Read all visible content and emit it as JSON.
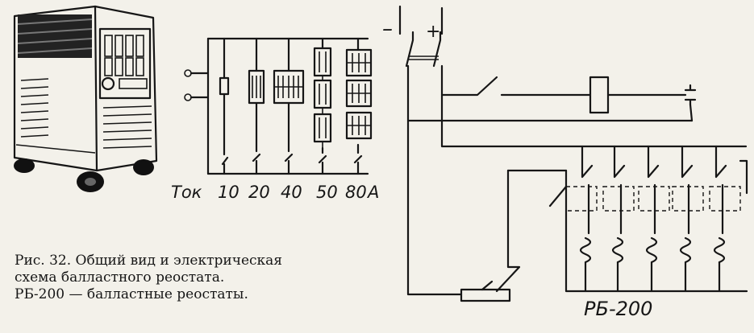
{
  "labels": {
    "current_prefix": "Ток",
    "current_values": [
      "10",
      "20",
      "40",
      "50",
      "80"
    ],
    "current_unit": "А",
    "minus": "–",
    "plus": "+",
    "rheostat_name": "РБ-200"
  },
  "caption": {
    "line1": "Рис. 32. Общий вид и электрическая",
    "line2": "схема балластного реостата.",
    "line3": "РБ-200 — балластные реостаты."
  }
}
